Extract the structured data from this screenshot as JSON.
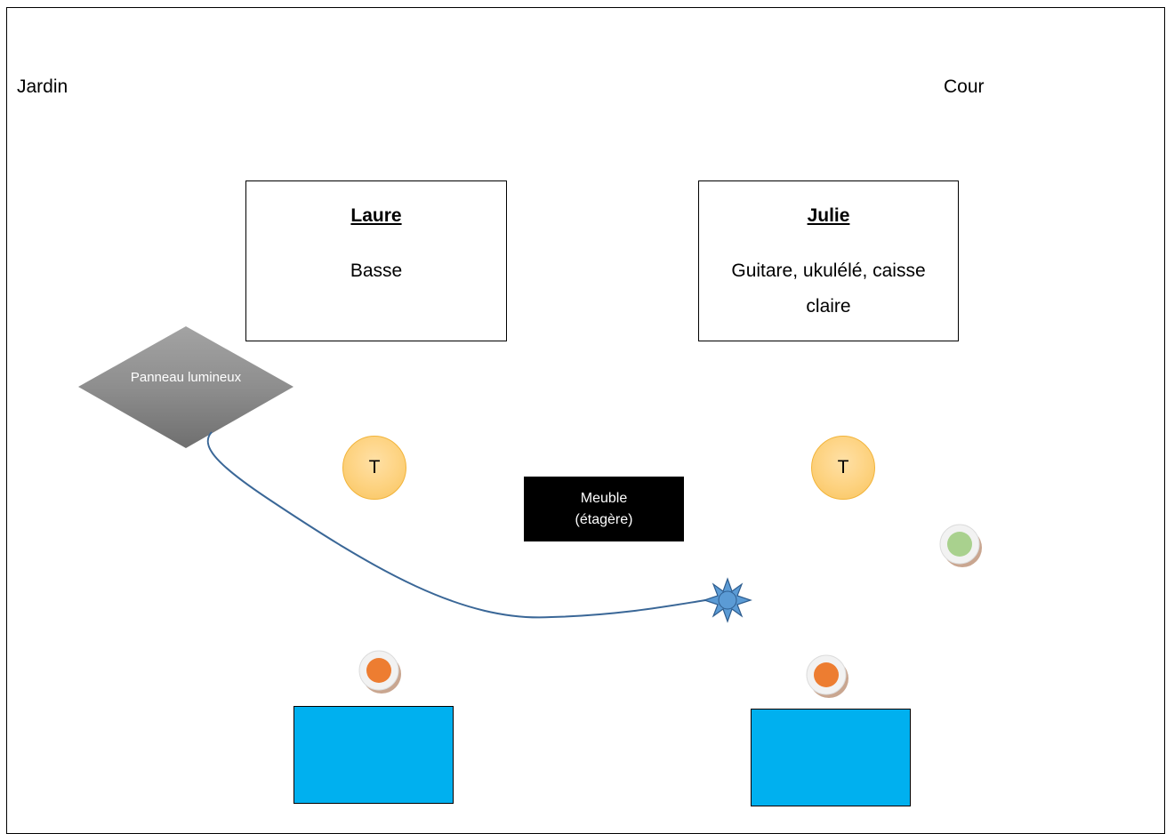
{
  "stage": {
    "left_label": "Jardin",
    "right_label": "Cour"
  },
  "musicians": [
    {
      "name": "Laure",
      "instruments": "Basse"
    },
    {
      "name": "Julie",
      "instruments": "Guitare, ukulélé, caisse claire"
    }
  ],
  "light_panel": {
    "label": "Panneau lumineux"
  },
  "monitors": [
    {
      "label": "T"
    },
    {
      "label": "T"
    }
  ],
  "furniture": {
    "line1": "Meuble",
    "line2": "(étagère)"
  },
  "colors": {
    "amp_fill": "#00b0ef",
    "monitor_fill": "#fdd27f",
    "mic_orange": "#ed7d31",
    "mic_green": "#a9d18e",
    "cable": "#3a6797",
    "connector": "#5b9bd5",
    "panel_gray": "#8c8c8c"
  },
  "icons": {
    "connector": "star-connector-icon",
    "mic": "mic-stand-icon"
  }
}
